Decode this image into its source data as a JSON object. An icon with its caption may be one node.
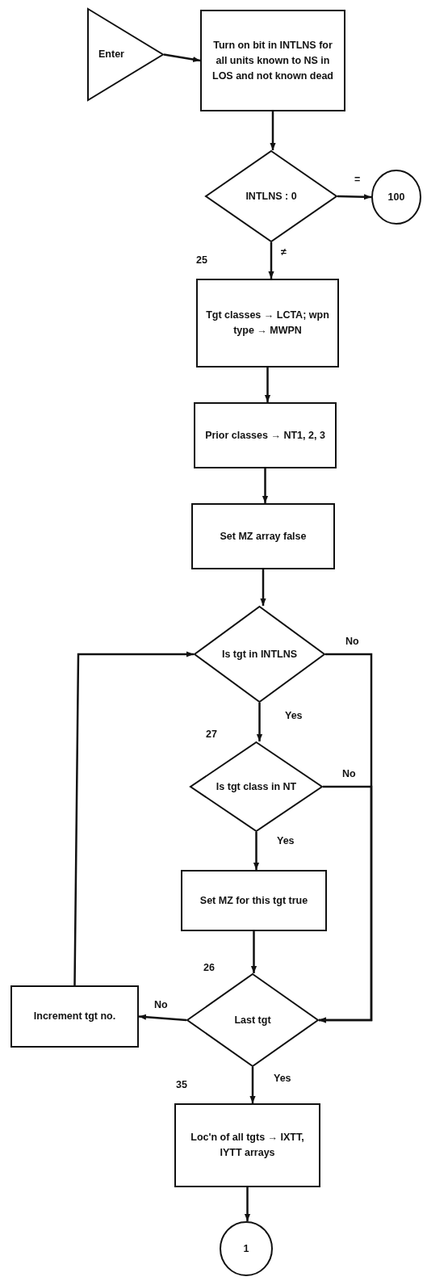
{
  "diagram": {
    "nodes": [
      {
        "text": [
          "Enter"
        ]
      },
      {
        "text": [
          "Turn on bit in INTLNS for all units known to NS in LOS and not known dead"
        ]
      },
      {
        "text": [
          "INTLNS : 0"
        ]
      },
      {
        "text": [
          "100"
        ]
      },
      {
        "text": [
          "Tgt classes → LCTA; wpn type → MWPN"
        ],
        "beside": [
          "25"
        ]
      },
      {
        "text": [
          "Prior classes → NT1, 2, 3"
        ]
      },
      {
        "text": [
          "Set MZ array false"
        ]
      },
      {
        "text": [
          "Is tgt in INTLNS"
        ]
      },
      {
        "text": [
          "Is tgt class in NT"
        ],
        "beside": [
          "27"
        ]
      },
      {
        "text": [
          "Set MZ for this tgt true"
        ]
      },
      {
        "text": [
          "Last tgt"
        ],
        "beside": [
          "26"
        ]
      },
      {
        "text": [
          "Increment tgt no."
        ]
      },
      {
        "text": [
          "Loc'n of all tgts → IXTT, IYTT arrays"
        ],
        "beside": [
          "35"
        ]
      },
      {
        "text": [
          "1"
        ]
      }
    ],
    "edges": [
      {
        "from": 0,
        "to": 1,
        "arrow": "to"
      },
      {
        "from": 1,
        "to": 2,
        "arrow": "to"
      },
      {
        "from": 2,
        "to": 3,
        "arrow": "to",
        "label": "="
      },
      {
        "from": 2,
        "to": 4,
        "arrow": "to",
        "label": "≠"
      },
      {
        "from": 4,
        "to": 5,
        "arrow": "to"
      },
      {
        "from": 5,
        "to": 6,
        "arrow": "to"
      },
      {
        "from": 6,
        "to": 7,
        "arrow": "to"
      },
      {
        "from": 7,
        "to": 8,
        "arrow": "to",
        "label": "Yes"
      },
      {
        "from": 7,
        "to": 10,
        "arrow": "to",
        "label": "No"
      },
      {
        "from": 8,
        "to": 10,
        "arrow": "to",
        "label": "No"
      },
      {
        "from": 8,
        "to": 9,
        "arrow": "to",
        "label": "Yes"
      },
      {
        "from": 9,
        "to": 10,
        "arrow": "to"
      },
      {
        "from": 10,
        "to": 11,
        "arrow": "to",
        "label": "No"
      },
      {
        "from": 11,
        "to": 7,
        "arrow": "to"
      },
      {
        "from": 10,
        "to": 12,
        "arrow": "to",
        "label": "Yes"
      },
      {
        "from": 12,
        "to": 13,
        "arrow": "to"
      }
    ]
  }
}
